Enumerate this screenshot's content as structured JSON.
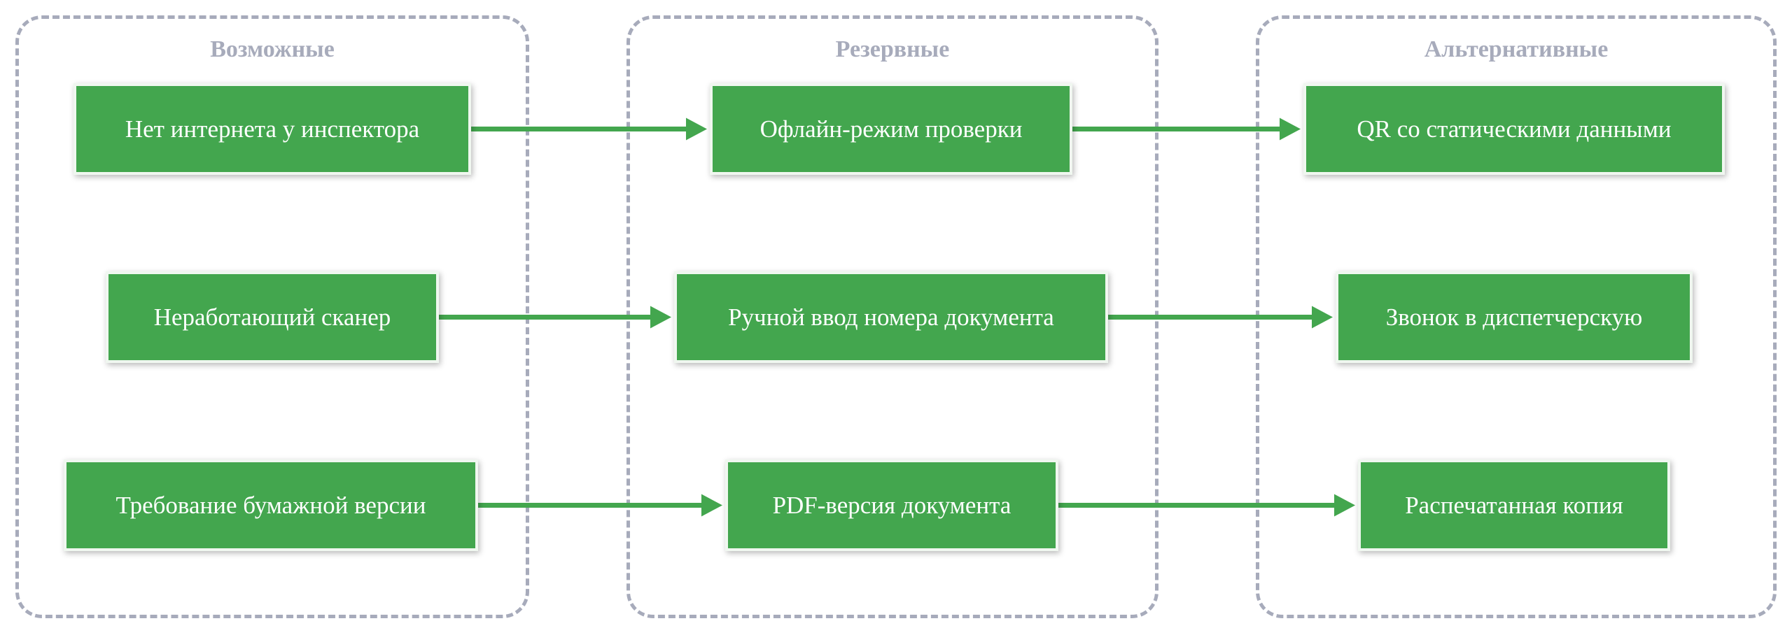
{
  "groups": [
    {
      "title": "Возможные"
    },
    {
      "title": "Резервные"
    },
    {
      "title": "Альтернативные"
    }
  ],
  "nodes": [
    {
      "label": "Нет интернета у инспектора"
    },
    {
      "label": "Неработающий сканер"
    },
    {
      "label": "Требование бумажной версии"
    },
    {
      "label": "Офлайн-режим проверки"
    },
    {
      "label": "Ручной ввод номера документа"
    },
    {
      "label": "PDF-версия документа"
    },
    {
      "label": "QR со статическими данными"
    },
    {
      "label": "Звонок в диспетчерскую"
    },
    {
      "label": "Распечатанная копия"
    }
  ],
  "edges": [
    {
      "from": 0,
      "to": 3
    },
    {
      "from": 1,
      "to": 4
    },
    {
      "from": 2,
      "to": 5
    },
    {
      "from": 3,
      "to": 6
    },
    {
      "from": 4,
      "to": 7
    },
    {
      "from": 5,
      "to": 8
    }
  ],
  "colors": {
    "node_fill": "#43a64e",
    "node_border": "#f0f7f0",
    "edge": "#43a64e",
    "group_border": "#a7abbb",
    "group_title": "#a7abbb",
    "node_text": "#ffffff"
  }
}
